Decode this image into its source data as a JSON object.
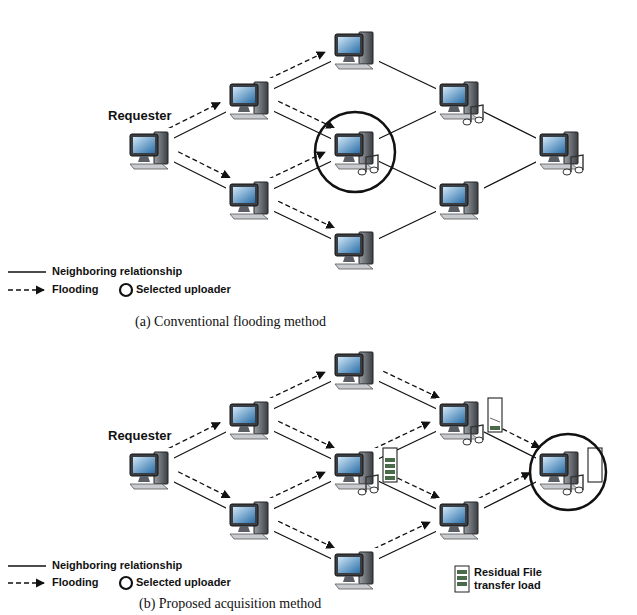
{
  "diagram": {
    "labels": [
      "Requester",
      "(a) Conventional flooding method",
      "Requester",
      "(b) Proposed acquisition method"
    ],
    "legend": [
      {
        "text": "Neighboring relationship"
      },
      {
        "text": "Flooding"
      },
      {
        "text": "Selected uploader"
      },
      {
        "text": "Neighboring relationship"
      },
      {
        "text": "Flooding"
      },
      {
        "text": "Selected uploader"
      },
      {
        "text": "Residual File transfer load"
      }
    ]
  }
}
